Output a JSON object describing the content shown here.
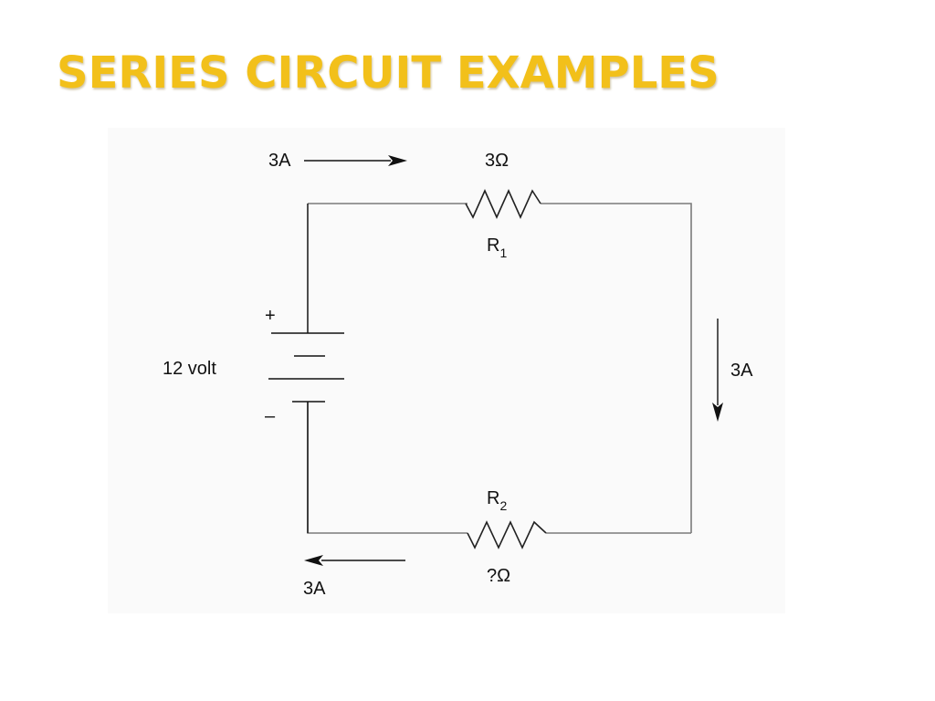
{
  "slide": {
    "title": "SERIES CIRCUIT EXAMPLES"
  },
  "circuit": {
    "battery": {
      "label": "12 volt",
      "positive": "+",
      "negative": "–"
    },
    "r1": {
      "name": "R",
      "subscript": "1",
      "value": "3Ω"
    },
    "r2": {
      "name": "R",
      "subscript": "2",
      "value": "?Ω"
    },
    "currents": {
      "top": "3A",
      "right": "3A",
      "bottom": "3A"
    }
  },
  "colors": {
    "title": "#F2C01A",
    "wire": "#7a7a7a",
    "ink": "#111111"
  }
}
